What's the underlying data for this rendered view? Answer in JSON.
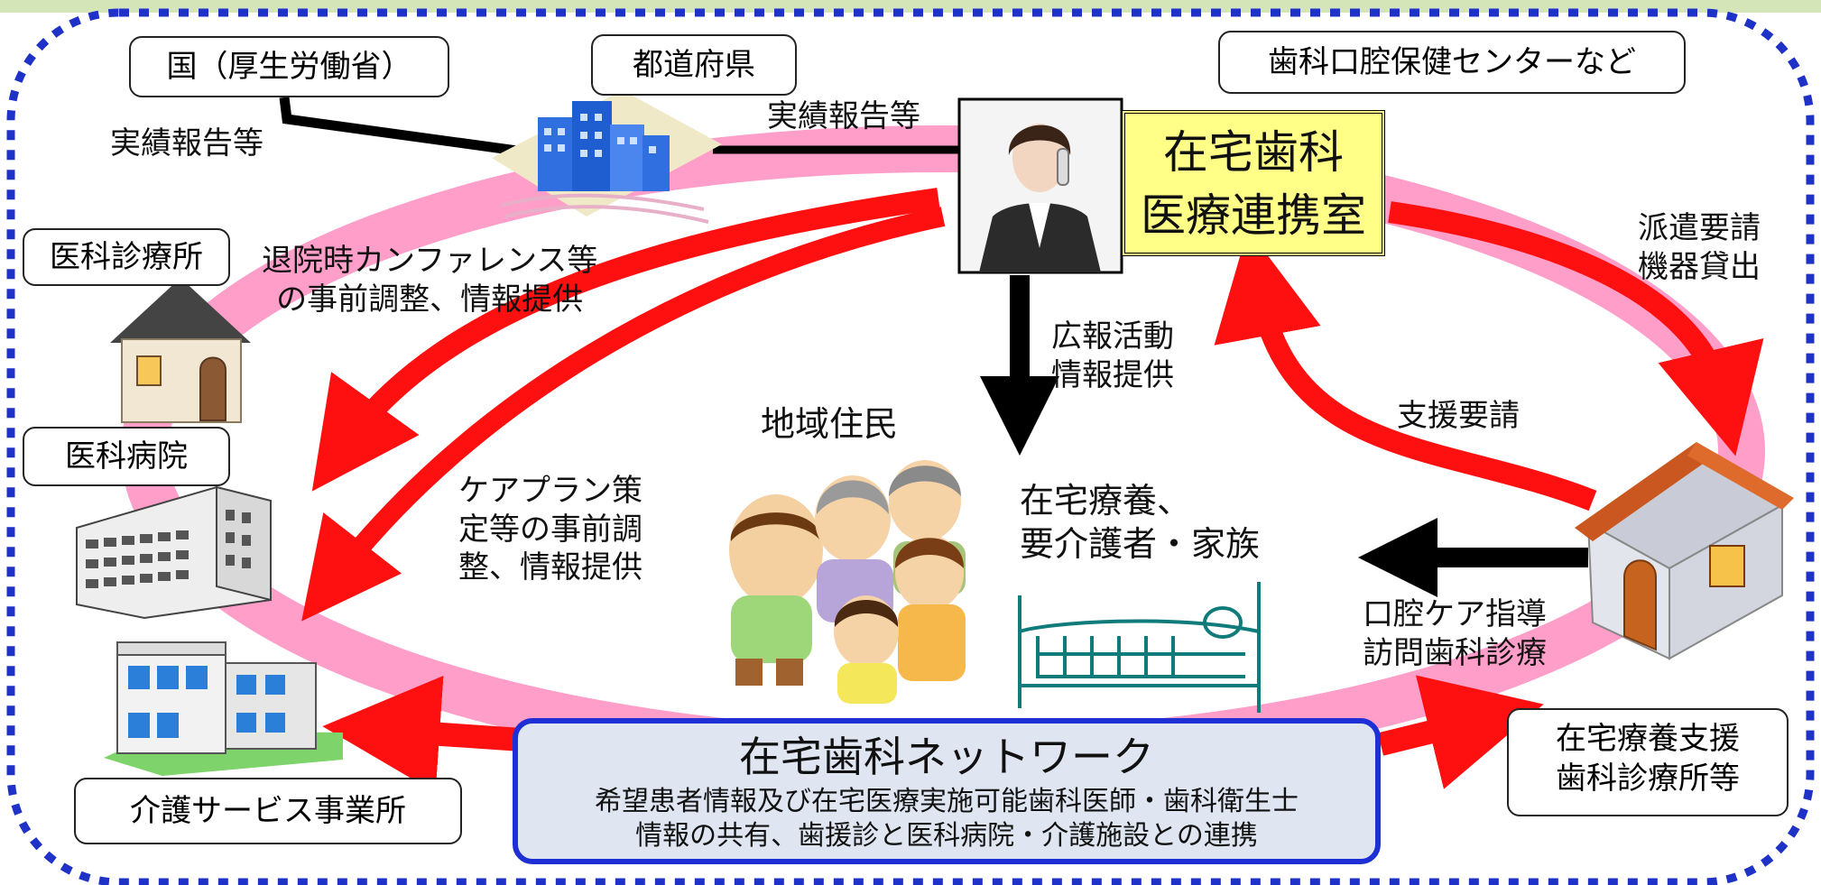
{
  "nodes": {
    "ministry": "国（厚生労働省）",
    "prefecture": "都道府県",
    "dental_center": "歯科口腔保健センターなど",
    "office_line1": "在宅歯科",
    "office_line2": "医療連携室",
    "medical_clinic": "医科診療所",
    "medical_hospital": "医科病院",
    "care_office": "介護サービス事業所",
    "support_clinic_line1": "在宅療養支援",
    "support_clinic_line2": "歯科診療所等",
    "residents": "地域住民",
    "home_care_line1": "在宅療養、",
    "home_care_line2": "要介護者・家族"
  },
  "labels": {
    "report_left": "実績報告等",
    "report_center": "実績報告等",
    "dispatch_line1": "派遣要請",
    "dispatch_line2": "機器貸出",
    "discharge_line1": "退院時カンファレンス等",
    "discharge_line2": "の事前調整、情報提供",
    "pr_line1": "広報活動",
    "pr_line2": "情報提供",
    "support_request": "支援要請",
    "careplan_line1": "ケアプラン策",
    "careplan_line2": "定等の事前調",
    "careplan_line3": "整、情報提供",
    "oral_line1": "口腔ケア指導",
    "oral_line2": "訪問歯科診療"
  },
  "network": {
    "title": "在宅歯科ネットワーク",
    "line1": "希望患者情報及び在宅医療実施可能歯科医師・歯科衛生士",
    "line2": "情報の共有、歯援診と医科病院・介護施設との連携"
  },
  "colors": {
    "ellipse": "#ff9ec8",
    "arrow_red": "#ff1010",
    "border_blue": "#1e32c8",
    "office_fill": "#ffff88",
    "network_fill": "#dfe6f2",
    "network_border": "#1e2fd6",
    "top_band": "#d4e5b8"
  }
}
